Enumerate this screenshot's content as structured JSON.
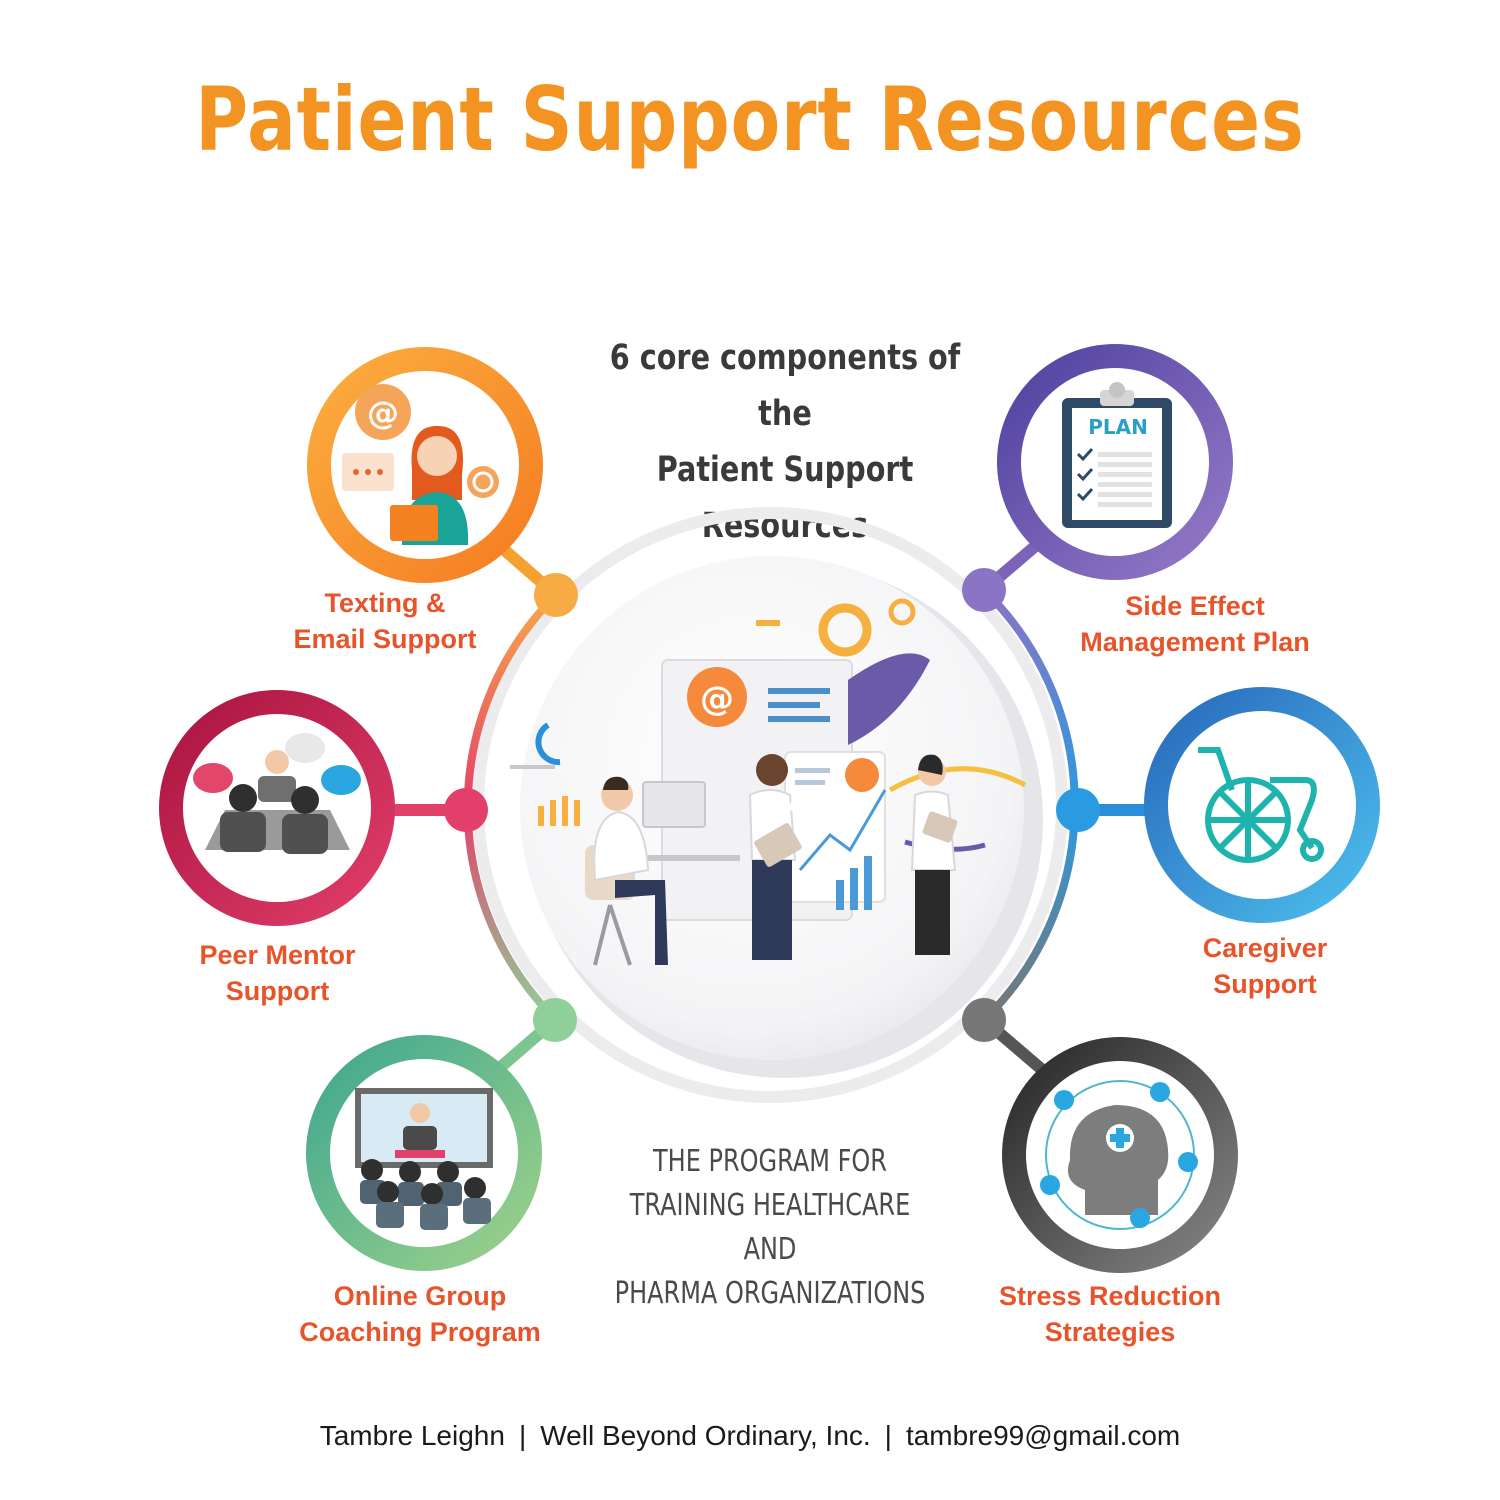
{
  "title": "Patient Support Resources",
  "subtitle_line1": "6 core components of the",
  "subtitle_line2": "Patient Support Resources",
  "program": {
    "line1": "THE PROGRAM FOR",
    "line2": "TRAINING HEALTHCARE AND",
    "line3": "PHARMA ORGANIZATIONS"
  },
  "components": [
    {
      "line1": "Texting &",
      "line2": "Email Support",
      "color": "#f5a623",
      "icon": "email-support-icon"
    },
    {
      "line1": "Peer Mentor",
      "line2": "Support",
      "color": "#c8194f",
      "icon": "peer-mentor-icon"
    },
    {
      "line1": "Online Group",
      "line2": "Coaching Program",
      "color": "#4cae8a",
      "icon": "online-coaching-icon"
    },
    {
      "line1": "Side Effect",
      "line2": "Management Plan",
      "color": "#6a4fa8",
      "icon": "plan-clipboard-icon"
    },
    {
      "line1": "Caregiver",
      "line2": "Support",
      "color": "#2a8fd8",
      "icon": "wheelchair-icon"
    },
    {
      "line1": "Stress Reduction",
      "line2": "Strategies",
      "color": "#3c3c3c",
      "icon": "head-mind-icon"
    }
  ],
  "clipboard_text": "PLAN",
  "footer": {
    "name": "Tambre Leighn",
    "company": "Well Beyond Ordinary, Inc.",
    "email": "tambre99@gmail.com"
  }
}
